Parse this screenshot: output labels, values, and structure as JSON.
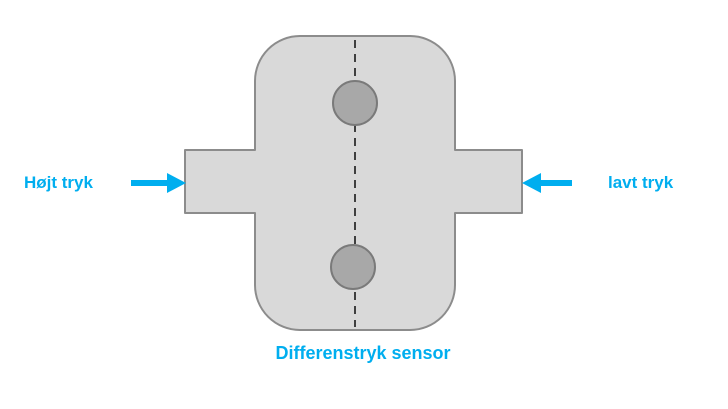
{
  "diagram": {
    "left_label": "Højt tryk",
    "right_label": "lavt tryk",
    "caption": "Differenstryk sensor",
    "colors": {
      "accent": "#00AEEF",
      "body_fill": "#D9D9D9",
      "body_stroke": "#8C8C8C",
      "port_fill": "#A8A8A8",
      "port_stroke": "#7A7A7A",
      "dash_color": "#3F3F3F"
    }
  }
}
